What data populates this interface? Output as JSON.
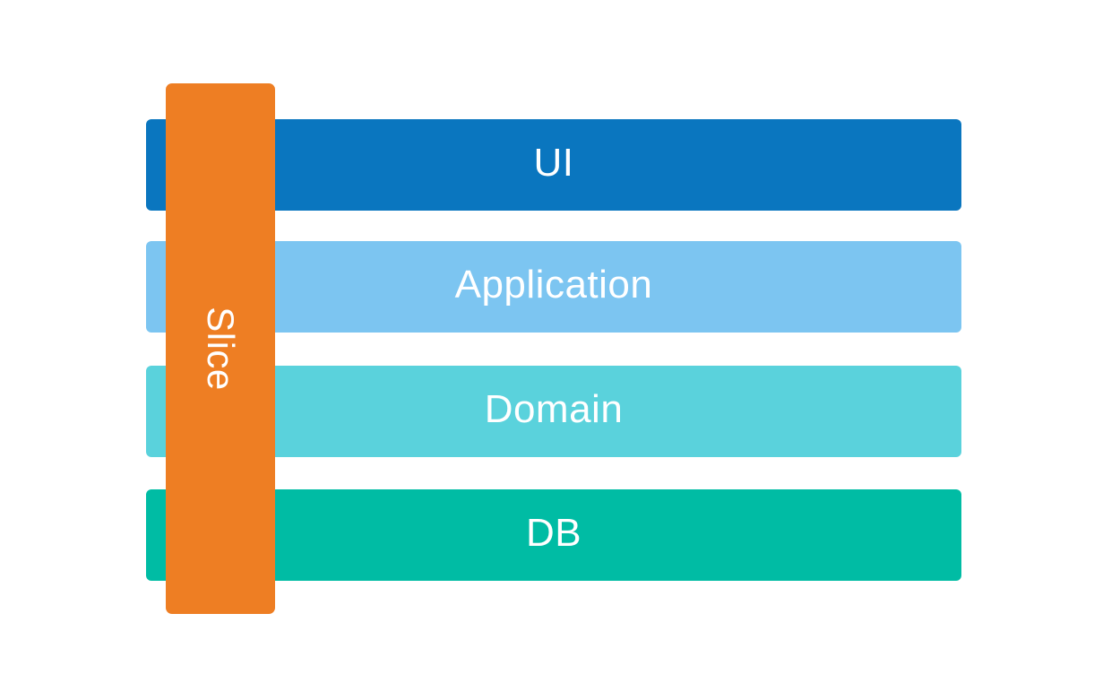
{
  "diagram": {
    "title": "layered-architecture-slice-diagram",
    "background_color": "#ffffff",
    "text_color": "#ffffff",
    "layers": [
      {
        "label": "UI",
        "color": "#0a76bf"
      },
      {
        "label": "Application",
        "color": "#7cc5f1"
      },
      {
        "label": "Domain",
        "color": "#5ad2dc"
      },
      {
        "label": "DB",
        "color": "#00bca4"
      }
    ],
    "slice": {
      "label": "Slice",
      "color": "#ee7e23"
    }
  }
}
